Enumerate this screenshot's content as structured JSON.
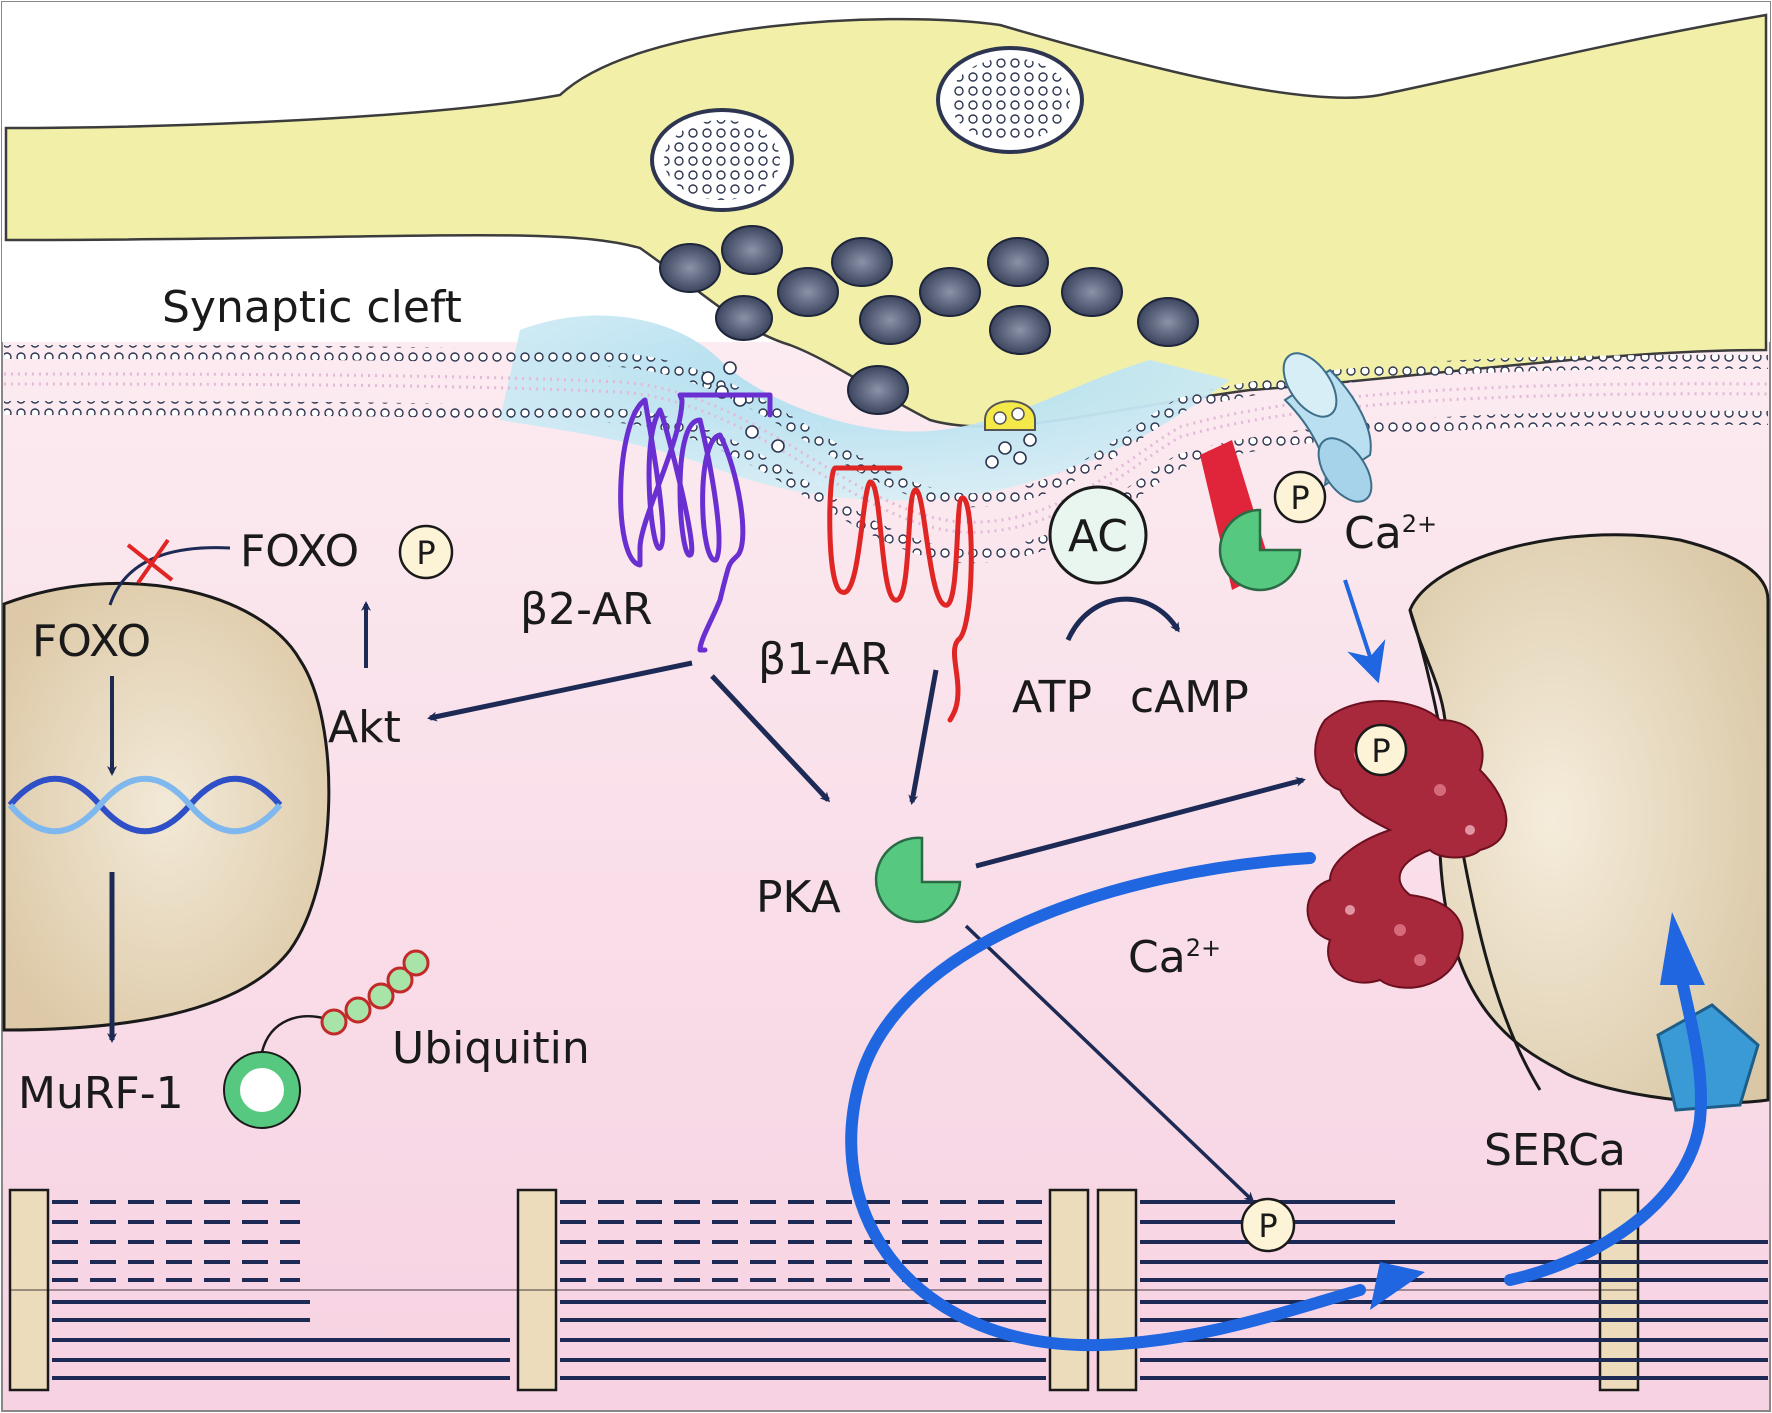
{
  "labels": {
    "synaptic_cleft": "Synaptic cleft",
    "foxo_phospho": "FOXO",
    "foxo_nucleus": "FOXO",
    "b2ar": "β2-AR",
    "b1ar": "β1-AR",
    "akt": "Akt",
    "ac": "AC",
    "atp": "ATP",
    "camp": "cAMP",
    "pka": "PKA",
    "ca_channel": "Ca",
    "ca_channel_sup": "2+",
    "ca_release": "Ca",
    "ca_release_sup": "2+",
    "ubiquitin": "Ubiquitin",
    "murf1": "MuRF-1",
    "serca": "SERCa",
    "p": "P"
  },
  "colors": {
    "presynaptic": "#f2f0a8",
    "cytoplasm_top": "#fdf1f3",
    "cytoplasm_bottom": "#f6cfe0",
    "cleft": "#bfe3f0",
    "b2ar": "#6a2fd0",
    "b1ar": "#e02525",
    "pka": "#57c87f",
    "arrow_dark": "#1c2a55",
    "arrow_ca": "#1f66e0",
    "ryr": "#a8283c",
    "serca": "#3a9ad6",
    "nucleus": "#ecdfc8",
    "sr": "#efe3cc"
  }
}
